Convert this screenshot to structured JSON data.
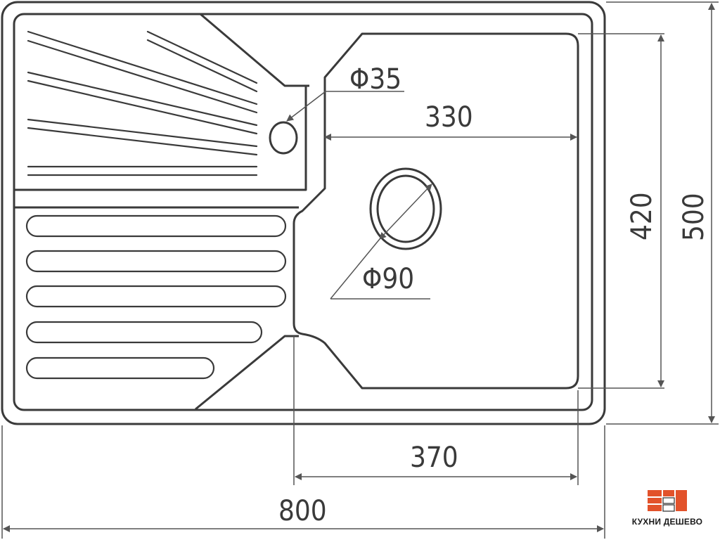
{
  "dimensions": {
    "overall_width": "800",
    "overall_height": "500",
    "bowl_length": "330",
    "bowl_width": "420",
    "bowl_outer_length": "370",
    "tap_hole": "Φ35",
    "drain_hole": "Φ90"
  },
  "logo": {
    "text": "КУХНИ ДЕШЕВО",
    "colors": {
      "accent": "#e2522b",
      "dark": "#2a2a2a"
    }
  }
}
